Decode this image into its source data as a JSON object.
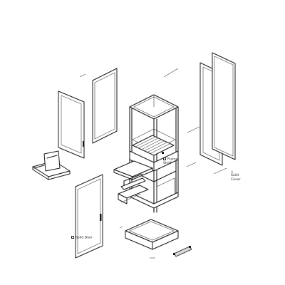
{
  "labels": {
    "frame_shelf": "Frame Shelf",
    "solid_cover": "Solid Cover",
    "solid_door": "Solid Door"
  },
  "icons": {
    "callout_marker": "square-marker-icon",
    "cover_marker": "triangle-marker-icon"
  },
  "colors": {
    "line": "#1a1a1a",
    "background": "#ffffff"
  }
}
